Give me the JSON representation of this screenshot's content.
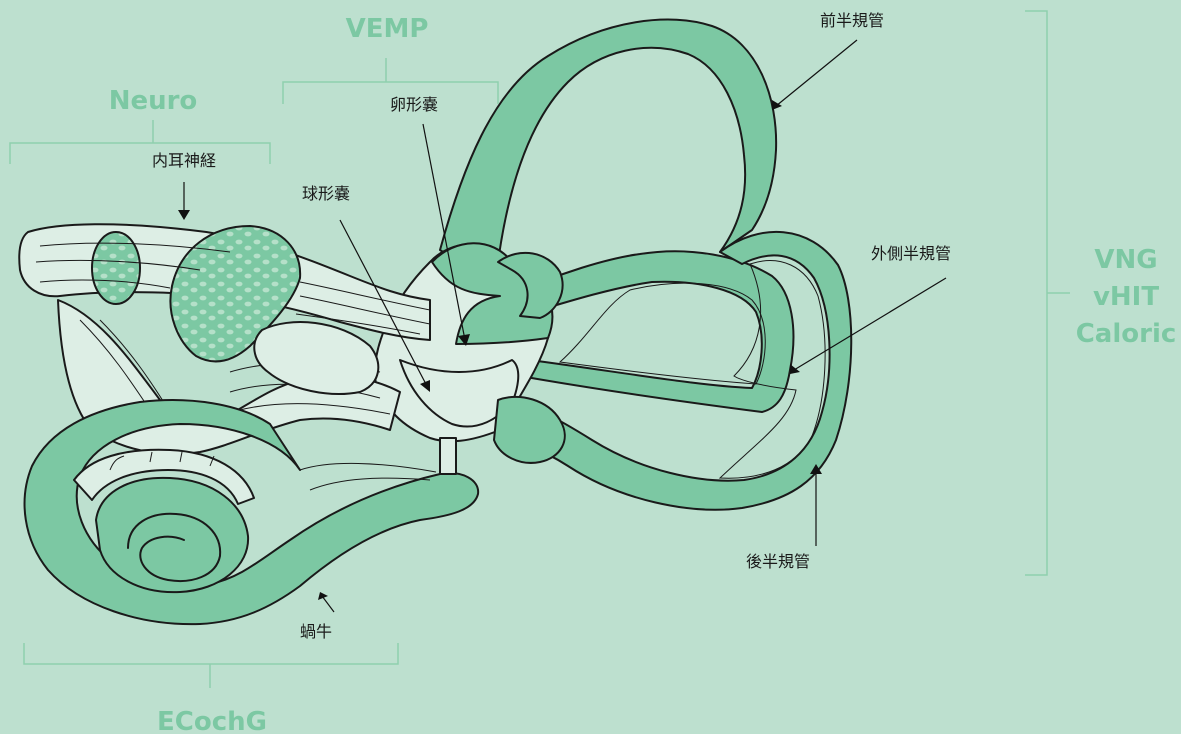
{
  "categories": {
    "neuro": "Neuro",
    "vemp": "VEMP",
    "ecochg": "ECochG",
    "vng": "VNG",
    "vhit": "vHIT",
    "caloric": "Caloric"
  },
  "labels": {
    "inner_ear_nerve": "内耳神経",
    "saccule": "球形嚢",
    "utricle": "卵形嚢",
    "anterior_canal": "前半規管",
    "lateral_canal": "外側半規管",
    "posterior_canal": "後半規管",
    "cochlea": "蝸牛"
  },
  "colors": {
    "background": "#bde0cf",
    "tissue_green": "#7cc8a3",
    "tissue_light": "#ddeee5",
    "bracket": "#8fcfae",
    "ink": "#1a1a1a"
  }
}
